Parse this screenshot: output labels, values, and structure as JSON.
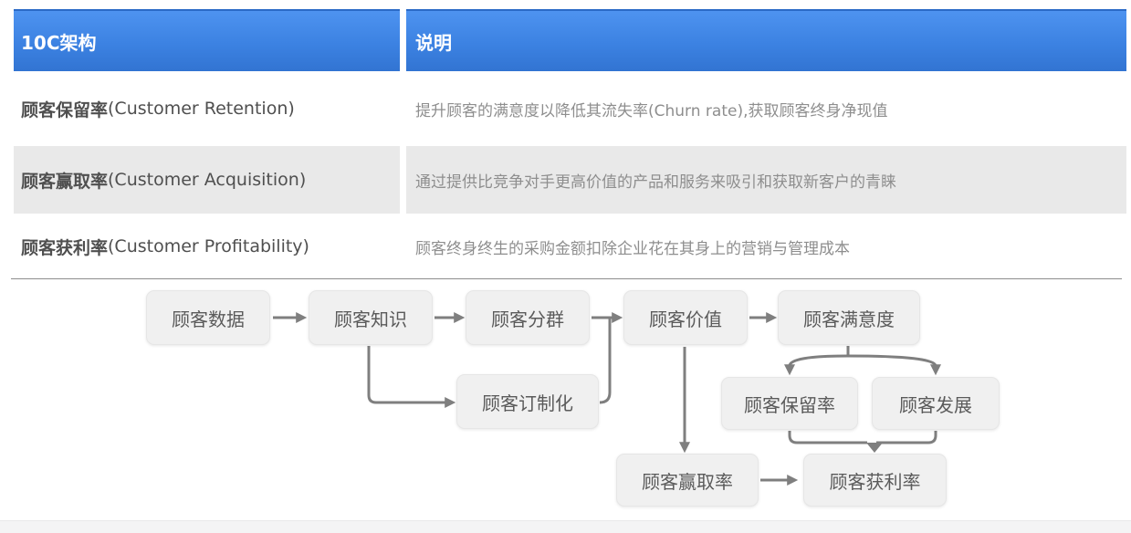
{
  "table": {
    "headers": {
      "framework": "10C架构",
      "description": "说明"
    },
    "rows": [
      {
        "term_zh": "顾客保留率",
        "term_en": "(Customer Retention)",
        "desc": "提升顾客的满意度以降低其流失率(Churn rate),获取顾客终身净现值"
      },
      {
        "term_zh": "顾客赢取率",
        "term_en": "(Customer Acquisition)",
        "desc": "通过提供比竞争对手更高价值的产品和服务来吸引和获取新客户的青睐"
      },
      {
        "term_zh": "顾客获利率",
        "term_en": "(Customer Profitability)",
        "desc": "顾客终身终生的采购金额扣除企业花在其身上的营销与管理成本"
      }
    ]
  },
  "flowchart": {
    "nodes": [
      {
        "id": "customer-data",
        "label": "顾客数据"
      },
      {
        "id": "customer-knowledge",
        "label": "顾客知识"
      },
      {
        "id": "customer-segmentation",
        "label": "顾客分群"
      },
      {
        "id": "customer-value",
        "label": "顾客价值"
      },
      {
        "id": "customer-satisfaction",
        "label": "顾客满意度"
      },
      {
        "id": "customer-customization",
        "label": "顾客订制化"
      },
      {
        "id": "customer-retention",
        "label": "顾客保留率"
      },
      {
        "id": "customer-development",
        "label": "顾客发展"
      },
      {
        "id": "customer-acquisition",
        "label": "顾客赢取率"
      },
      {
        "id": "customer-profitability",
        "label": "顾客获利率"
      }
    ],
    "edges": [
      {
        "from": "顾客数据",
        "to": "顾客知识"
      },
      {
        "from": "顾客知识",
        "to": "顾客分群"
      },
      {
        "from": "顾客分群",
        "to": "顾客价值"
      },
      {
        "from": "顾客价值",
        "to": "顾客满意度"
      },
      {
        "from": "顾客知识",
        "to": "顾客订制化"
      },
      {
        "from": "顾客订制化",
        "to": "顾客价值"
      },
      {
        "from": "顾客满意度",
        "to": "顾客保留率"
      },
      {
        "from": "顾客满意度",
        "to": "顾客发展"
      },
      {
        "from": "顾客价值",
        "to": "顾客赢取率"
      },
      {
        "from": "顾客赢取率",
        "to": "顾客获利率"
      },
      {
        "from": "顾客保留率",
        "to": "顾客获利率"
      },
      {
        "from": "顾客发展",
        "to": "顾客获利率"
      }
    ]
  },
  "colors": {
    "header_blue_top": "#4e93f0",
    "header_blue_bottom": "#3274d2",
    "row_alt_gray": "#e9e9e9",
    "node_fill": "#f0f0f0",
    "connector_gray": "#7f7f7f",
    "term_text": "#4f4f4f",
    "desc_text": "#8e8e8e"
  }
}
